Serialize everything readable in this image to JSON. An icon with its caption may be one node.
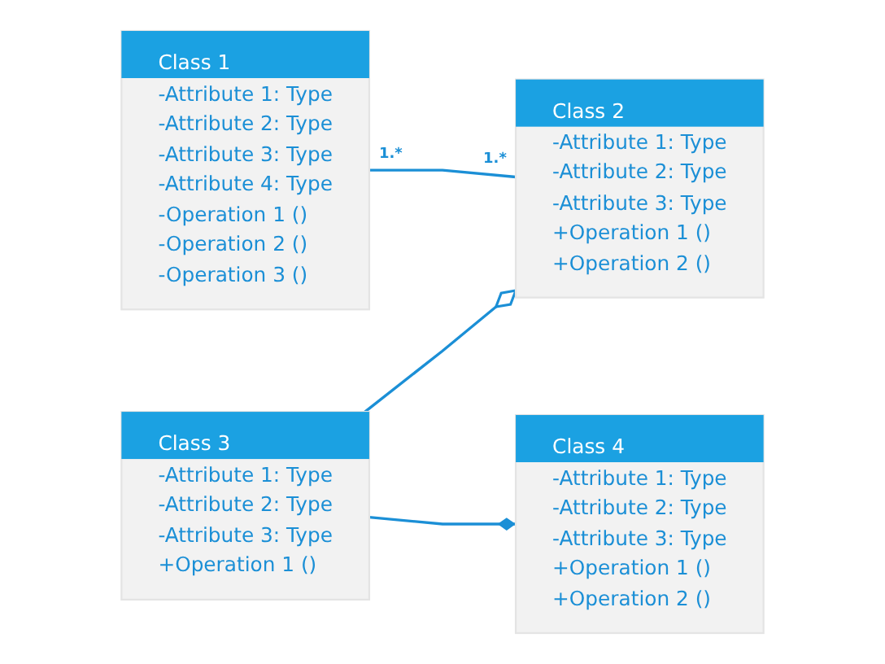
{
  "diagram": {
    "nodes": [
      {
        "text": [
          "Class 1",
          "-Attribute 1: Type",
          "-Attribute 2: Type",
          "-Attribute 3: Type",
          "-Attribute 4: Type",
          "-Operation 1 ()",
          "-Operation 2 ()",
          "-Operation 3 ()"
        ]
      },
      {
        "text": [
          "Class 2",
          "-Attribute 1: Type",
          "-Attribute 2: Type",
          "-Attribute 3: Type",
          "+Operation 1 ()",
          "+Operation 2 ()"
        ]
      },
      {
        "text": [
          "Class 3",
          "-Attribute 1: Type",
          "-Attribute 2: Type",
          "-Attribute 3: Type",
          "+Operation 1 ()"
        ]
      },
      {
        "text": [
          "Class 4",
          "-Attribute 1: Type",
          "-Attribute 2: Type",
          "-Attribute 3: Type",
          "+Operation 1 ()",
          "+Operation 2 ()"
        ]
      }
    ],
    "edges": [
      {
        "from": 0,
        "to": 1,
        "arrow": "none"
      },
      {
        "from": 2,
        "to": 1,
        "arrow": "other"
      },
      {
        "from": 2,
        "to": 3,
        "arrow": "other"
      }
    ],
    "labels": [
      "1.*",
      "1.*"
    ]
  }
}
